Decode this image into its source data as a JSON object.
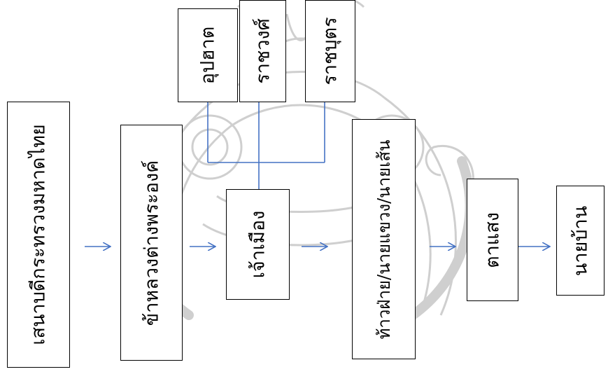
{
  "boxes": {
    "ministry": "เสนาบดีกระทรวงมหาดไทย",
    "commissioner": "ข้าหลวงต่างพระองค์",
    "governor": "เจ้าเมือง",
    "uparat": "อุปฮาต",
    "ratchawong": "ราชวงศ์",
    "ratchabut": "ราชบุตร",
    "tao_fai": "ท้าวฝ่าย/นายแขวง/นายเส้น",
    "ta_saeng": "ตาแสง",
    "nai_ban": "นายบ้าน"
  },
  "colors": {
    "arrow": "#4472c4",
    "connector": "#4472c4",
    "box_border": "#000000",
    "watermark": "#c8c8c8"
  },
  "icons": {
    "watermark": "university-seal-watermark"
  }
}
